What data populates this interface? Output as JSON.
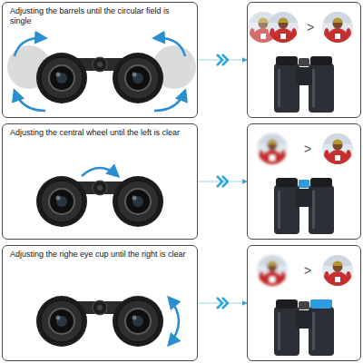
{
  "diagram": {
    "nodes": [
      {
        "text": [
          "Adjusting the barrels until the circular field is single"
        ]
      },
      {
        "text": [
          ">"
        ]
      },
      {
        "text": [
          "Adjusting the central wheel until the left is clear"
        ]
      },
      {
        "text": [
          ">"
        ]
      },
      {
        "text": [
          "Adjusting the righe eye cup until the right is clear"
        ]
      },
      {
        "text": [
          ">"
        ]
      }
    ],
    "edges": [
      {
        "from": 0,
        "to": 1,
        "arrow": "to"
      },
      {
        "from": 2,
        "to": 3,
        "arrow": "to"
      },
      {
        "from": 4,
        "to": 5,
        "arrow": "to"
      }
    ]
  }
}
